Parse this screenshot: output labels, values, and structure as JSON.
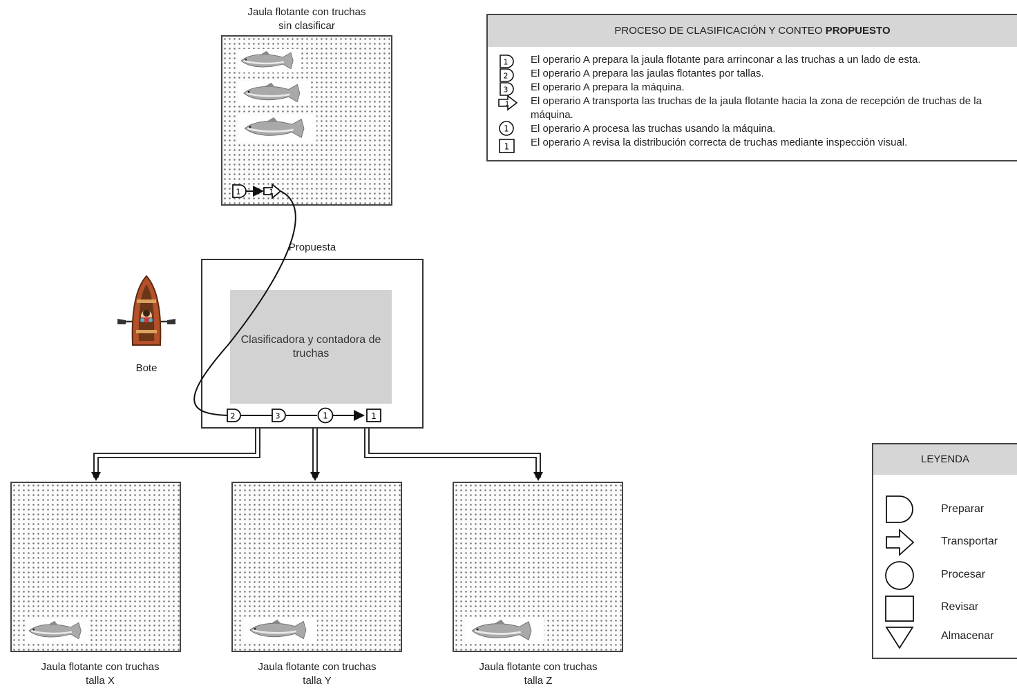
{
  "top_cage": {
    "label_line1": "Jaula flotante con truchas",
    "label_line2": "sin clasificar"
  },
  "machine_frame": {
    "label": "Propuesta"
  },
  "machine": {
    "label": "Clasificadora y contadora de truchas"
  },
  "boat": {
    "label": "Bote"
  },
  "bottom_cages": [
    {
      "label_line1": "Jaula flotante con truchas",
      "label_line2": "talla X"
    },
    {
      "label_line1": "Jaula flotante con truchas",
      "label_line2": "talla Y"
    },
    {
      "label_line1": "Jaula flotante con truchas",
      "label_line2": "talla Z"
    }
  ],
  "process_panel": {
    "title_regular": "PROCESO DE CLASIFICACIÓN Y CONTEO ",
    "title_bold": "PROPUESTO",
    "steps": [
      {
        "symbol": "preparar",
        "number": "1",
        "text": "El operario A prepara la jaula flotante para arrinconar a las truchas a un lado de esta."
      },
      {
        "symbol": "preparar",
        "number": "2",
        "text": "El operario A prepara las jaulas flotantes por tallas."
      },
      {
        "symbol": "preparar",
        "number": "3",
        "text": "El operario A prepara la máquina."
      },
      {
        "symbol": "transportar",
        "number": "1",
        "text": "El operario A transporta las truchas de la jaula flotante hacia la zona de recepción de truchas de la máquina."
      },
      {
        "symbol": "procesar",
        "number": "1",
        "text": "El operario A procesa las truchas usando la máquina."
      },
      {
        "symbol": "revisar",
        "number": "1",
        "text": "El operario A revisa la distribución correcta de truchas mediante inspección visual."
      }
    ]
  },
  "flow_nodes": {
    "top": [
      {
        "symbol": "preparar",
        "number": "1"
      },
      {
        "symbol": "transportar",
        "number": "1"
      }
    ],
    "machine": [
      {
        "symbol": "preparar",
        "number": "2"
      },
      {
        "symbol": "preparar",
        "number": "3"
      },
      {
        "symbol": "procesar",
        "number": "1"
      },
      {
        "symbol": "revisar",
        "number": "1"
      }
    ]
  },
  "legend": {
    "title": "LEYENDA",
    "items": [
      {
        "symbol": "preparar",
        "label": "Preparar"
      },
      {
        "symbol": "transportar",
        "label": "Transportar"
      },
      {
        "symbol": "procesar",
        "label": "Procesar"
      },
      {
        "symbol": "revisar",
        "label": "Revisar"
      },
      {
        "symbol": "almacenar",
        "label": "Almacenar"
      }
    ]
  }
}
